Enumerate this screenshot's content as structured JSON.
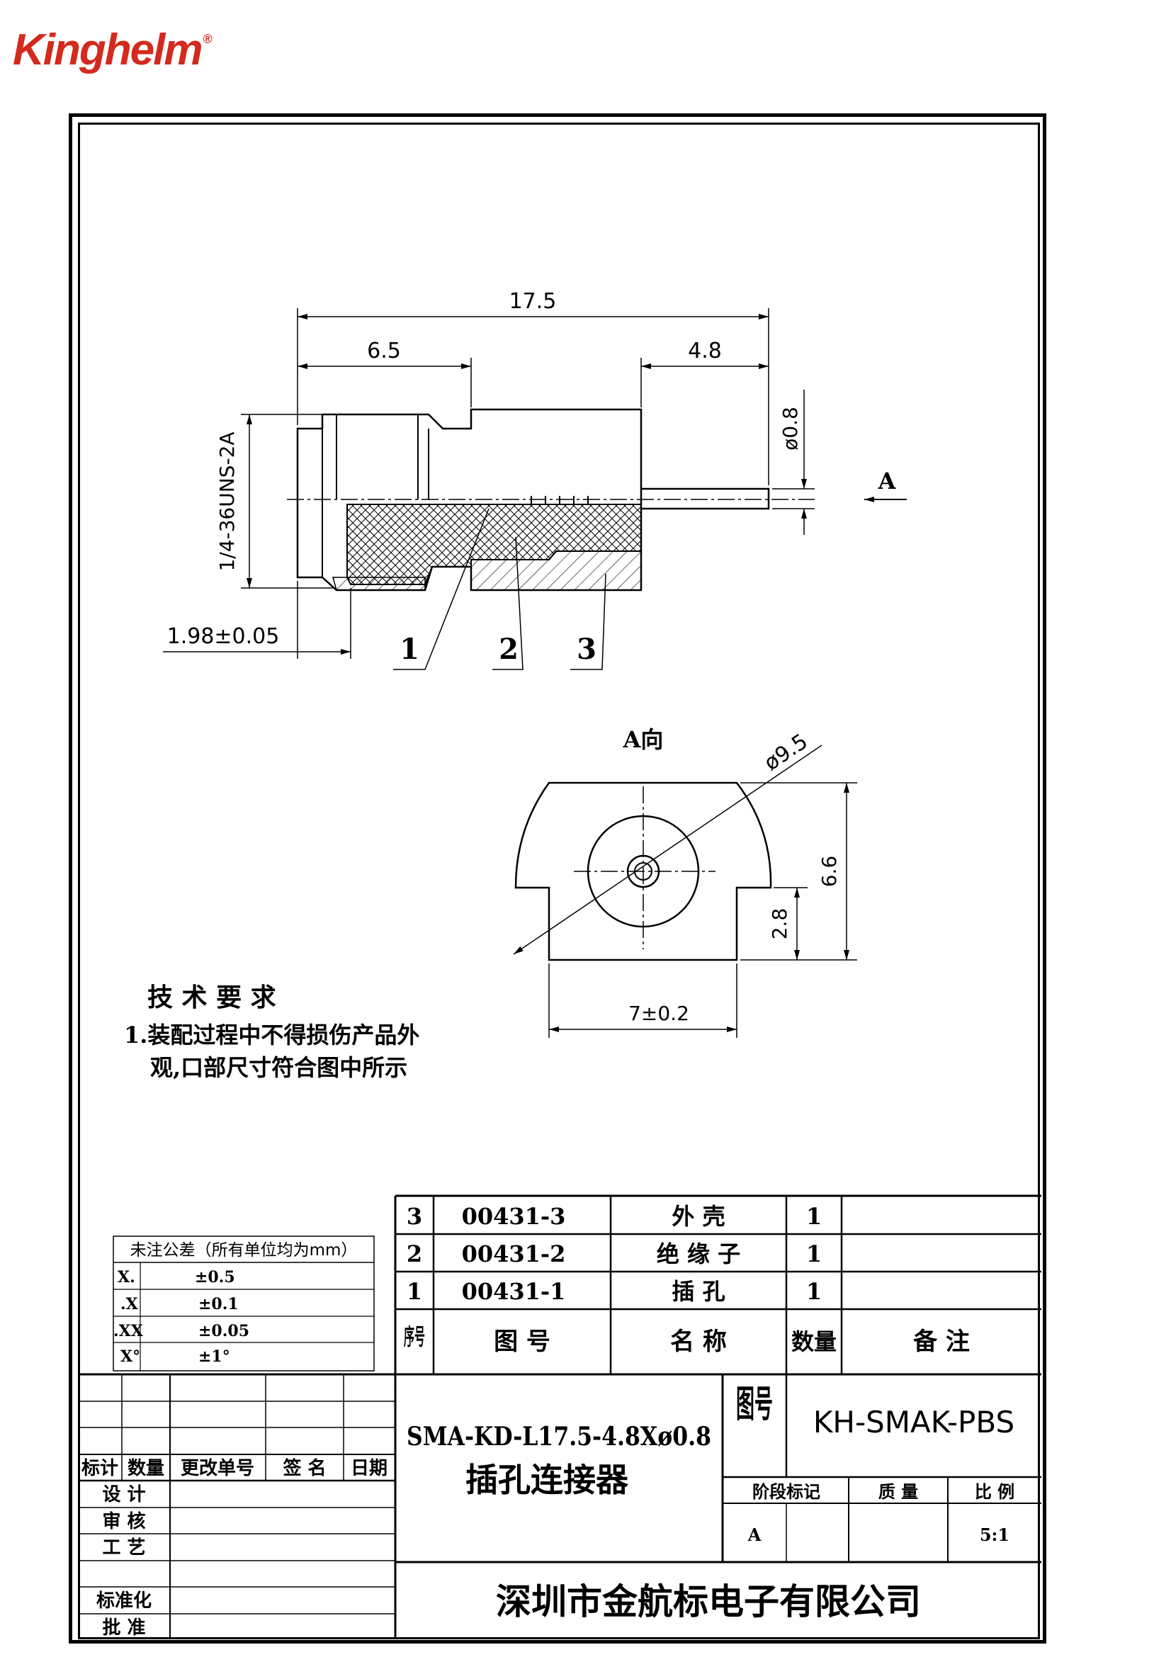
{
  "logo": {
    "text": "Kinghelm",
    "mark": "®",
    "color": "#d42a1e"
  },
  "side_view": {
    "dim_total": "17.5",
    "dim_left": "6.5",
    "dim_right": "4.8",
    "dim_pin": "ø0.8",
    "dim_thread": "1/4-36UNS-2A",
    "dim_flange": "1.98±0.05",
    "view_arrow": "A",
    "callouts": [
      "1",
      "2",
      "3"
    ]
  },
  "end_view": {
    "title": "A向",
    "dim_dia": "ø9.5",
    "dim_height": "6.6",
    "dim_lower": "2.8",
    "dim_width": "7±0.2"
  },
  "tech_req": {
    "heading": "技 术 要 求",
    "line1": "1.装配过程中不得损伤产品外",
    "line2": "观,口部尺寸符合图中所示"
  },
  "tolerance": {
    "title": "未注公差（所有单位均为mm）",
    "rows": [
      [
        "X.",
        "±0.5"
      ],
      [
        ".X",
        "±0.1"
      ],
      [
        ".XX",
        "±0.05"
      ],
      [
        "X°",
        "±1°"
      ]
    ]
  },
  "bom": {
    "rows": [
      {
        "no": "3",
        "code": "00431-3",
        "name": "外    壳",
        "qty": "1",
        "note": ""
      },
      {
        "no": "2",
        "code": "00431-2",
        "name": "绝 缘 子",
        "qty": "1",
        "note": ""
      },
      {
        "no": "1",
        "code": "00431-1",
        "name": "插    孔",
        "qty": "1",
        "note": ""
      }
    ],
    "header": {
      "no": "序号",
      "code": "图    号",
      "name": "名    称",
      "qty": "数量",
      "note": "备  注"
    }
  },
  "title_block": {
    "rev_headers": [
      "标计",
      "数量",
      "更改单号",
      "签 名",
      "日期"
    ],
    "roles": [
      "设  计",
      "审  核",
      "工  艺",
      "标准化",
      "批  准"
    ],
    "part_title": "SMA-KD-L17.5-4.8Xø0.8",
    "part_name": "插孔连接器",
    "drawing_label": "图号",
    "drawing_no": "KH-SMAK-PBS",
    "stage_label": "阶段标记",
    "mass_label": "质  量",
    "scale_label": "比 例",
    "stage": "A",
    "scale": "5:1",
    "company": "深圳市金航标电子有限公司"
  }
}
